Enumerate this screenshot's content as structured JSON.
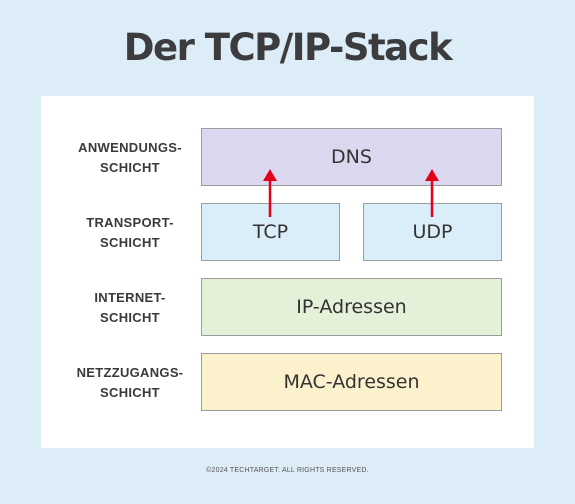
{
  "title": "Der TCP/IP-Stack",
  "layers": [
    {
      "label_line1": "ANWENDUNGS-",
      "label_line2": "SCHICHT"
    },
    {
      "label_line1": "TRANSPORT-",
      "label_line2": "SCHICHT"
    },
    {
      "label_line1": "INTERNET-",
      "label_line2": "SCHICHT"
    },
    {
      "label_line1": "NETZZUGANGS-",
      "label_line2": "SCHICHT"
    }
  ],
  "boxes": {
    "dns": "DNS",
    "tcp": "TCP",
    "udp": "UDP",
    "ip": "IP-Adressen",
    "mac": "MAC-Adressen"
  },
  "colors": {
    "background": "#dcedf8",
    "application": "#d9d8ee",
    "transport": "#d9eef9",
    "internet": "#e4f1d8",
    "network_access": "#fcf1cd",
    "arrow": "#e3001b"
  },
  "footer": "©2024 TECHTARGET. ALL RIGHTS RESERVED."
}
